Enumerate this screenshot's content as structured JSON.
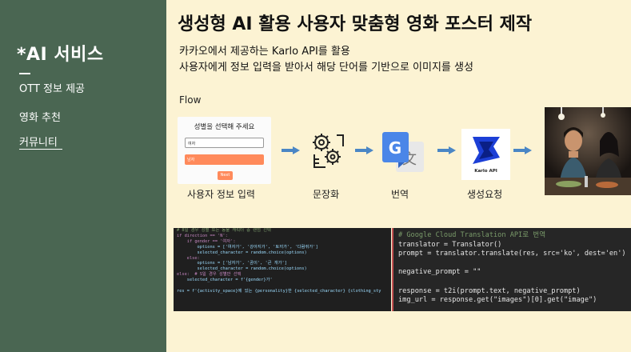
{
  "sidebar": {
    "title": "*AI 서비스",
    "items": [
      {
        "label": "OTT 정보 제공"
      },
      {
        "label": "영화 추천"
      },
      {
        "label": "커뮤니티"
      }
    ]
  },
  "main": {
    "title": "생성형 AI 활용 사용자 맞춤형 영화 포스터 제작",
    "desc1": "카카오에서 제공하는 Karlo API를 활용",
    "desc2": "사용자에게 정보 입력을 받아서 해당 단어를 기반으로 이미지를 생성",
    "flow_label": "Flow"
  },
  "form": {
    "title": "성별을 선택해 주세요",
    "input_value": "여자",
    "select_value": "남자",
    "next_label": "Next"
  },
  "steps": [
    {
      "label": "사용자 정보 입력"
    },
    {
      "label": "문장화"
    },
    {
      "label": "번역"
    },
    {
      "label": "생성요청"
    }
  ],
  "karlo": {
    "label": "Karlo API"
  },
  "colors": {
    "sidebar_bg": "#4a6652",
    "page_bg": "#fcf3d3",
    "arrow": "#4a86c5",
    "accent": "#ff8a5b"
  },
  "code_left": [
    "# 8일 경우 성별 또는 동물 캐릭터 중 랜덤 선택",
    "if direction == 'N':",
    "    if gender == '여자':",
    "        options = ['여자가', '강아지가', '토끼가', '다람쥐가']",
    "        selected_character = random.choice(options)",
    "    else:",
    "        options = ['남자가', '곰이', '큰 개가']",
    "        selected_character = random.choice(options)",
    "else:  # S일 경우 성별만 선택",
    "    selected_character = f'{gender}가'",
    "",
    "res = f'{activity_space}에 있는 {personality}한 {selected_character} {clothing_sty"
  ],
  "code_right": [
    "# Google Cloud Translation API로 번역",
    "translator = Translator()",
    "prompt = translator.translate(res, src='ko', dest='en')",
    "",
    "negative_prompt = \"\"",
    "",
    "response = t2i(prompt.text, negative_prompt)",
    "img_url = response.get(\"images\")[0].get(\"image\")"
  ]
}
